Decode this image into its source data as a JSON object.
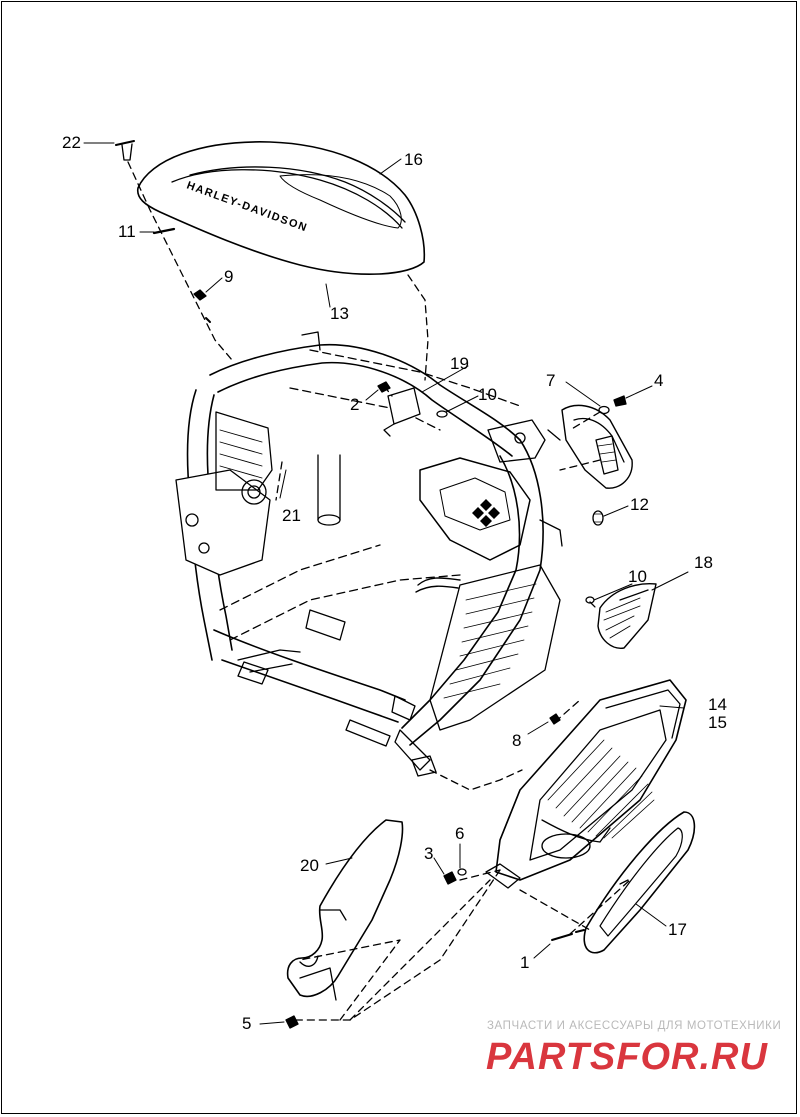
{
  "callouts": {
    "c1": "1",
    "c2": "2",
    "c3": "3",
    "c4": "4",
    "c5": "5",
    "c6": "6",
    "c7": "7",
    "c8": "8",
    "c9": "9",
    "c10a": "10",
    "c10b": "10",
    "c11": "11",
    "c12": "12",
    "c13": "13",
    "c14": "14",
    "c15": "15",
    "c16": "16",
    "c17": "17",
    "c18": "18",
    "c19": "19",
    "c20": "20",
    "c21": "21",
    "c22": "22"
  },
  "nameplate_text": "HARLEY-DAVIDSON",
  "watermark": {
    "caption": "ЗАПЧАСТИ И АКСЕССУАРЫ ДЛЯ МОТОТЕХНИКИ",
    "logo_text": "PARTSFOR.RU",
    "color": "#d9363e"
  },
  "colors": {
    "line": "#000000",
    "background": "#ffffff",
    "watermark_gray": "#b9b9b9"
  }
}
